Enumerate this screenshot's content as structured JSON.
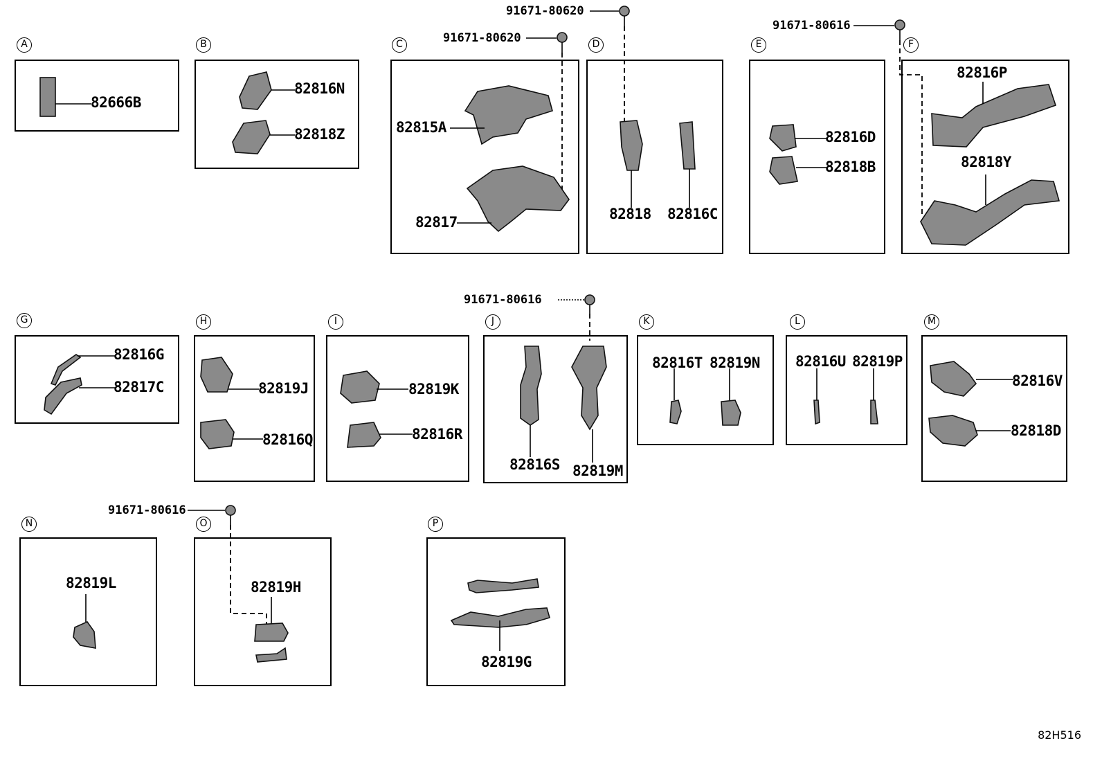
{
  "sections": [
    {
      "letter": "A",
      "parts": [
        "82666B"
      ]
    },
    {
      "letter": "B",
      "parts": [
        "82816N",
        "82818Z"
      ]
    },
    {
      "letter": "C",
      "parts": [
        "82815A",
        "82817"
      ],
      "bolt": "91671-80620"
    },
    {
      "letter": "D",
      "parts": [
        "82818",
        "82816C"
      ],
      "bolt": "91671-80620"
    },
    {
      "letter": "E",
      "parts": [
        "82816D",
        "82818B"
      ]
    },
    {
      "letter": "F",
      "parts": [
        "82816P",
        "82818Y"
      ],
      "bolt": "91671-80616"
    },
    {
      "letter": "G",
      "parts": [
        "82816G",
        "82817C"
      ]
    },
    {
      "letter": "H",
      "parts": [
        "82819J",
        "82816Q"
      ]
    },
    {
      "letter": "I",
      "parts": [
        "82819K",
        "82816R"
      ]
    },
    {
      "letter": "J",
      "parts": [
        "82816S",
        "82819M"
      ],
      "bolt": "91671-80616"
    },
    {
      "letter": "K",
      "parts": [
        "82816T",
        "82819N"
      ]
    },
    {
      "letter": "L",
      "parts": [
        "82816U",
        "82819P"
      ]
    },
    {
      "letter": "M",
      "parts": [
        "82816V",
        "82818D"
      ]
    },
    {
      "letter": "N",
      "parts": [
        "82819L"
      ]
    },
    {
      "letter": "O",
      "parts": [
        "82819H"
      ],
      "bolt": "91671-80616"
    },
    {
      "letter": "P",
      "parts": [
        "82819G"
      ]
    }
  ],
  "diagram_code": "82H516"
}
